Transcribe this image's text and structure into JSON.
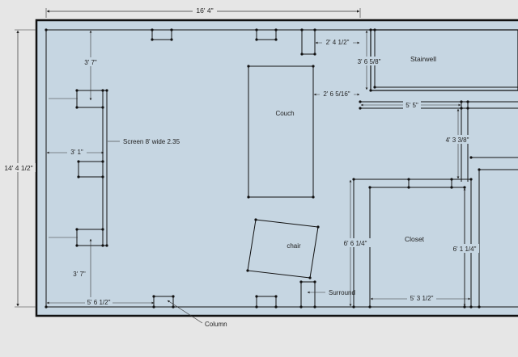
{
  "labels": {
    "overall_width": "16' 4\"",
    "overall_height": "14' 4 1/2\"",
    "screen_top_offset": "3' 7\"",
    "screen_bottom_offset": "3' 7\"",
    "screen_left_offset": "3' 1\"",
    "screen_label": "Screen 8' wide 2.35",
    "column_offset": "5' 6 1/2\"",
    "column_label": "Column",
    "couch_label": "Couch",
    "couch_clearance": "2' 6 5/16\"",
    "chair_label": "chair",
    "top_gap": "2' 4 1/2\"",
    "stairwell_label": "Stairwell",
    "stairwell_depth": "3' 6 5/8\"",
    "stairwell_offset": "5' 5\"",
    "closet_label": "Closet",
    "closet_side_gap": "4' 3 3/8\"",
    "closet_height_outer": "6' 6 1/4\"",
    "closet_height_inner": "6' 1 1/4\"",
    "closet_width": "5' 3 1/2\"",
    "surround_label": "Surround"
  },
  "colors": {
    "room_fill": "#c6d6e2",
    "wall_line": "#111111",
    "background": "#e6e6e6"
  }
}
